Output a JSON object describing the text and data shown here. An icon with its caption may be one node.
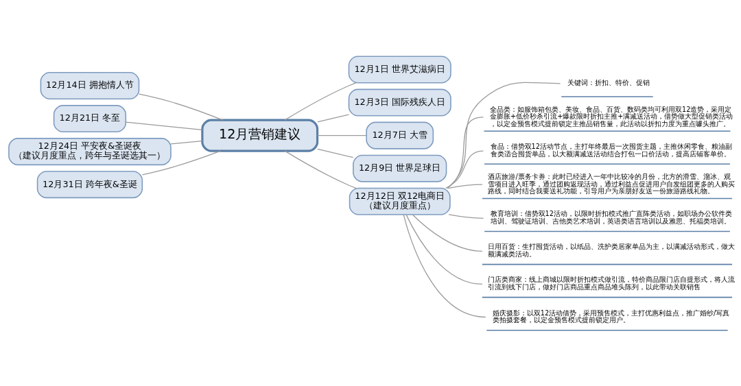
{
  "diagram": {
    "nodes": [
      {
        "text": [
          "12月营销建议"
        ]
      },
      {
        "text": [
          "12月1日 世界艾滋病日"
        ]
      },
      {
        "text": [
          "12月3日 国际残疾人日"
        ]
      },
      {
        "text": [
          "12月7日 大雪"
        ]
      },
      {
        "text": [
          "12月9日 世界足球日"
        ]
      },
      {
        "text": [
          "12月14日 拥抱情人节"
        ]
      },
      {
        "text": [
          "12月21日 冬至"
        ]
      },
      {
        "text": [
          "12月24日 平安夜&圣诞夜",
          "（建议月度重点，跨年与圣诞选其一）"
        ]
      },
      {
        "text": [
          "12月31日 跨年夜&圣诞"
        ]
      },
      {
        "text": [
          "12月12日 双12电商日",
          "（建议月度重点）"
        ]
      },
      {
        "text": [
          "关键词：折扣、特价、促销"
        ]
      },
      {
        "text": [
          "全品类：如服饰箱包类、美妆、食品、百货、数码类均可利用双12造势，采用定金膨胀+低价秒杀引流+爆款限时折扣主推+满减送活动，借势做大型促销类活动，以定金预售模式提前锁定主推品销售量，此活动以折扣力度为重点噱头推广。"
        ]
      },
      {
        "text": [
          "食品：借势双12活动节点，主打年终最后一次囤货主题，主推休闲零食、粮油副食类适合囤货单品，以大额满减送活动结合打包一口价活动，提高店铺客单价。"
        ]
      },
      {
        "text": [
          "酒店旅游/票务卡券：此时已经进入一年中比较冷的月份，北方的滑雪、溜冰、观雪项目进入旺季，通过团购返现活动，通过利益点促进用户自发组团更多的人购买路线，同时结合我要送礼功能，引导用户为亲朋好友送一份旅游路线礼物。"
        ]
      },
      {
        "text": [
          "教育培训：借势双12活动，以限时折扣模式推广直阵类活动，如职场办公软件类培训、驾驶证培训、吉他类艺术培训，英语类语言培训以及雅思、托福类培训。"
        ]
      },
      {
        "text": [
          "日用百货：生打囤货活动，以纸品、洗护类居家单品为主，以满减活动形式，做大额满减类活动。"
        ]
      },
      {
        "text": [
          "门店类商家：线上商城以限时折扣模式做引流，特价商品限门店自提形式，将人流引流到线下门店，做好门店商品重点商品堆头陈列，以此带动关联销售"
        ]
      },
      {
        "text": [
          "婚庆摄影：以双12活动借势，采用预售模式，主打优惠利益点，推广婚纱/写真类拍摄套餐，以定金预售模式提前锁定用户。"
        ]
      }
    ],
    "edges": [
      {
        "from": 0,
        "to": 1,
        "arrow": "none"
      },
      {
        "from": 0,
        "to": 2,
        "arrow": "none"
      },
      {
        "from": 0,
        "to": 3,
        "arrow": "none"
      },
      {
        "from": 0,
        "to": 4,
        "arrow": "none"
      },
      {
        "from": 0,
        "to": 5,
        "arrow": "none"
      },
      {
        "from": 0,
        "to": 6,
        "arrow": "none"
      },
      {
        "from": 0,
        "to": 7,
        "arrow": "none"
      },
      {
        "from": 0,
        "to": 8,
        "arrow": "none"
      },
      {
        "from": 0,
        "to": 9,
        "arrow": "none"
      },
      {
        "from": 9,
        "to": 10,
        "arrow": "none"
      },
      {
        "from": 9,
        "to": 11,
        "arrow": "none"
      },
      {
        "from": 9,
        "to": 12,
        "arrow": "none"
      },
      {
        "from": 9,
        "to": 13,
        "arrow": "none"
      },
      {
        "from": 9,
        "to": 14,
        "arrow": "none"
      },
      {
        "from": 9,
        "to": 15,
        "arrow": "none"
      },
      {
        "from": 9,
        "to": 16,
        "arrow": "none"
      },
      {
        "from": 9,
        "to": 17,
        "arrow": "none"
      }
    ]
  }
}
